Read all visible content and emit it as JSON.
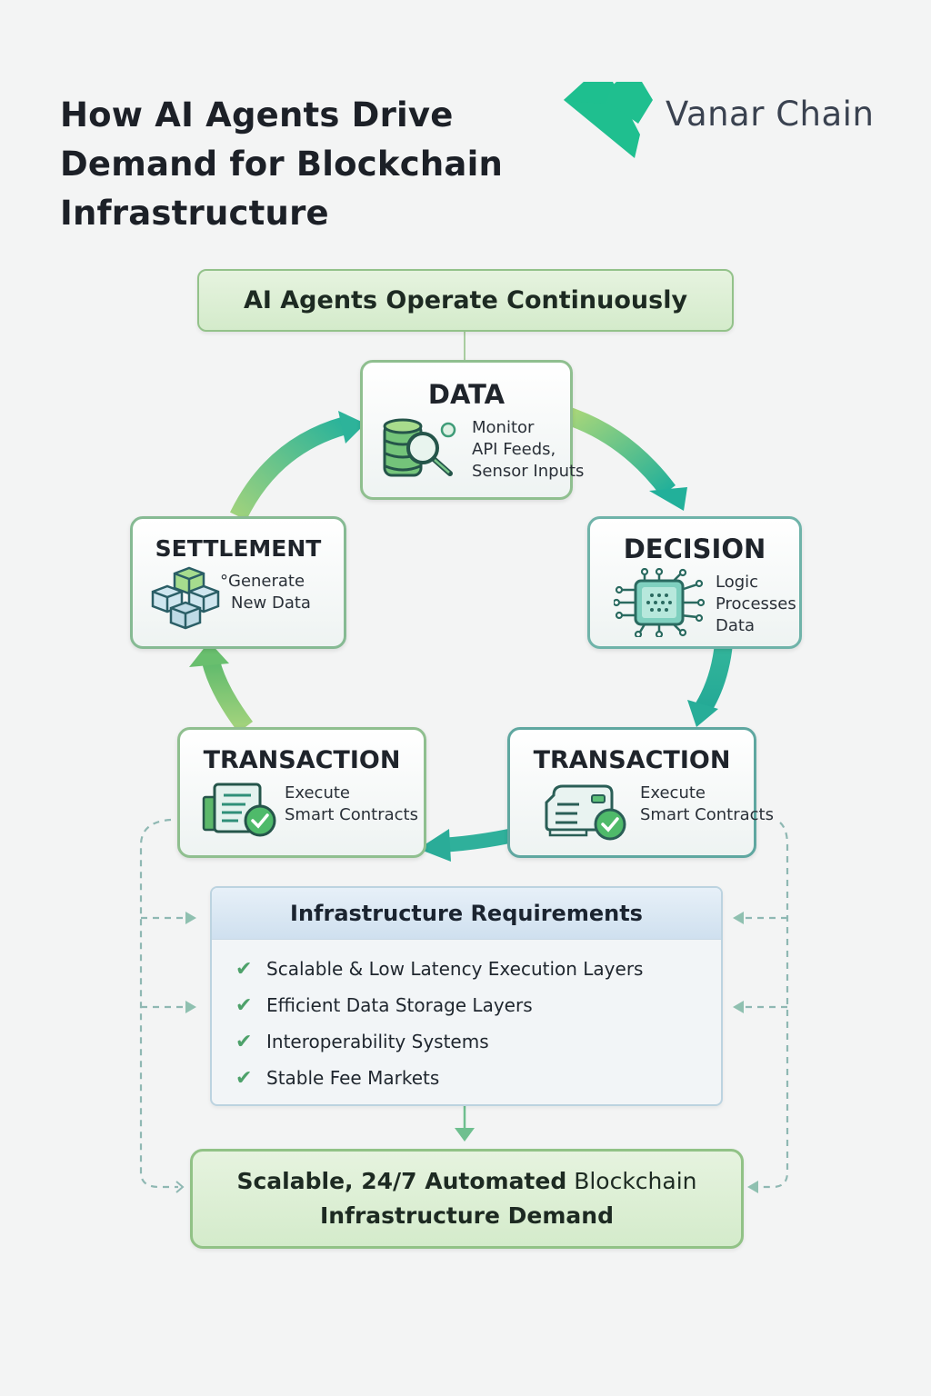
{
  "header": {
    "title_lines": [
      "How AI Agents Drive",
      "Demand for Blockchain",
      "Infrastructure"
    ],
    "brand_name": "Vanar Chain",
    "brand_color": "#1fbf8f"
  },
  "top_banner": {
    "label": "AI Agents Operate Continuously"
  },
  "cycle": {
    "nodes": [
      {
        "id": "data",
        "title": "DATA",
        "icon": "database-search-icon",
        "lines": [
          "Monitor",
          "API Feeds,",
          "Sensor Inputs"
        ]
      },
      {
        "id": "decision",
        "title": "DECISION",
        "icon": "processor-chip-icon",
        "lines": [
          "Logic",
          "Processes",
          "Data"
        ]
      },
      {
        "id": "transaction_right",
        "title": "TRANSACTION",
        "icon": "contract-check-icon",
        "lines": [
          "Execute",
          "Smart Contracts"
        ]
      },
      {
        "id": "transaction_left",
        "title": "TRANSACTION",
        "icon": "document-check-icon",
        "lines": [
          "Execute",
          "Smart Contracts"
        ]
      },
      {
        "id": "settlement",
        "title": "SETTLEMENT",
        "icon": "blocks-cluster-icon",
        "lines": [
          "°Generate",
          "New Data"
        ]
      }
    ],
    "flow": [
      "data",
      "decision",
      "transaction_right",
      "transaction_left",
      "settlement",
      "data"
    ]
  },
  "requirements": {
    "title": "Infrastructure Requirements",
    "items": [
      "Scalable & Low Latency Execution Layers",
      "Efficient Data Storage Layers",
      "Interoperability Systems",
      "Stable Fee Markets"
    ]
  },
  "outcome": {
    "line1_bold": "Scalable, 24/7 Automated",
    "line1_rest": " Blockchain",
    "line2": "Infrastructure Demand"
  },
  "colors": {
    "green_accent": "#8cc97a",
    "teal_accent": "#2bb09a",
    "check": "#4da16a",
    "dashed_connector": "#8fb8b3"
  }
}
